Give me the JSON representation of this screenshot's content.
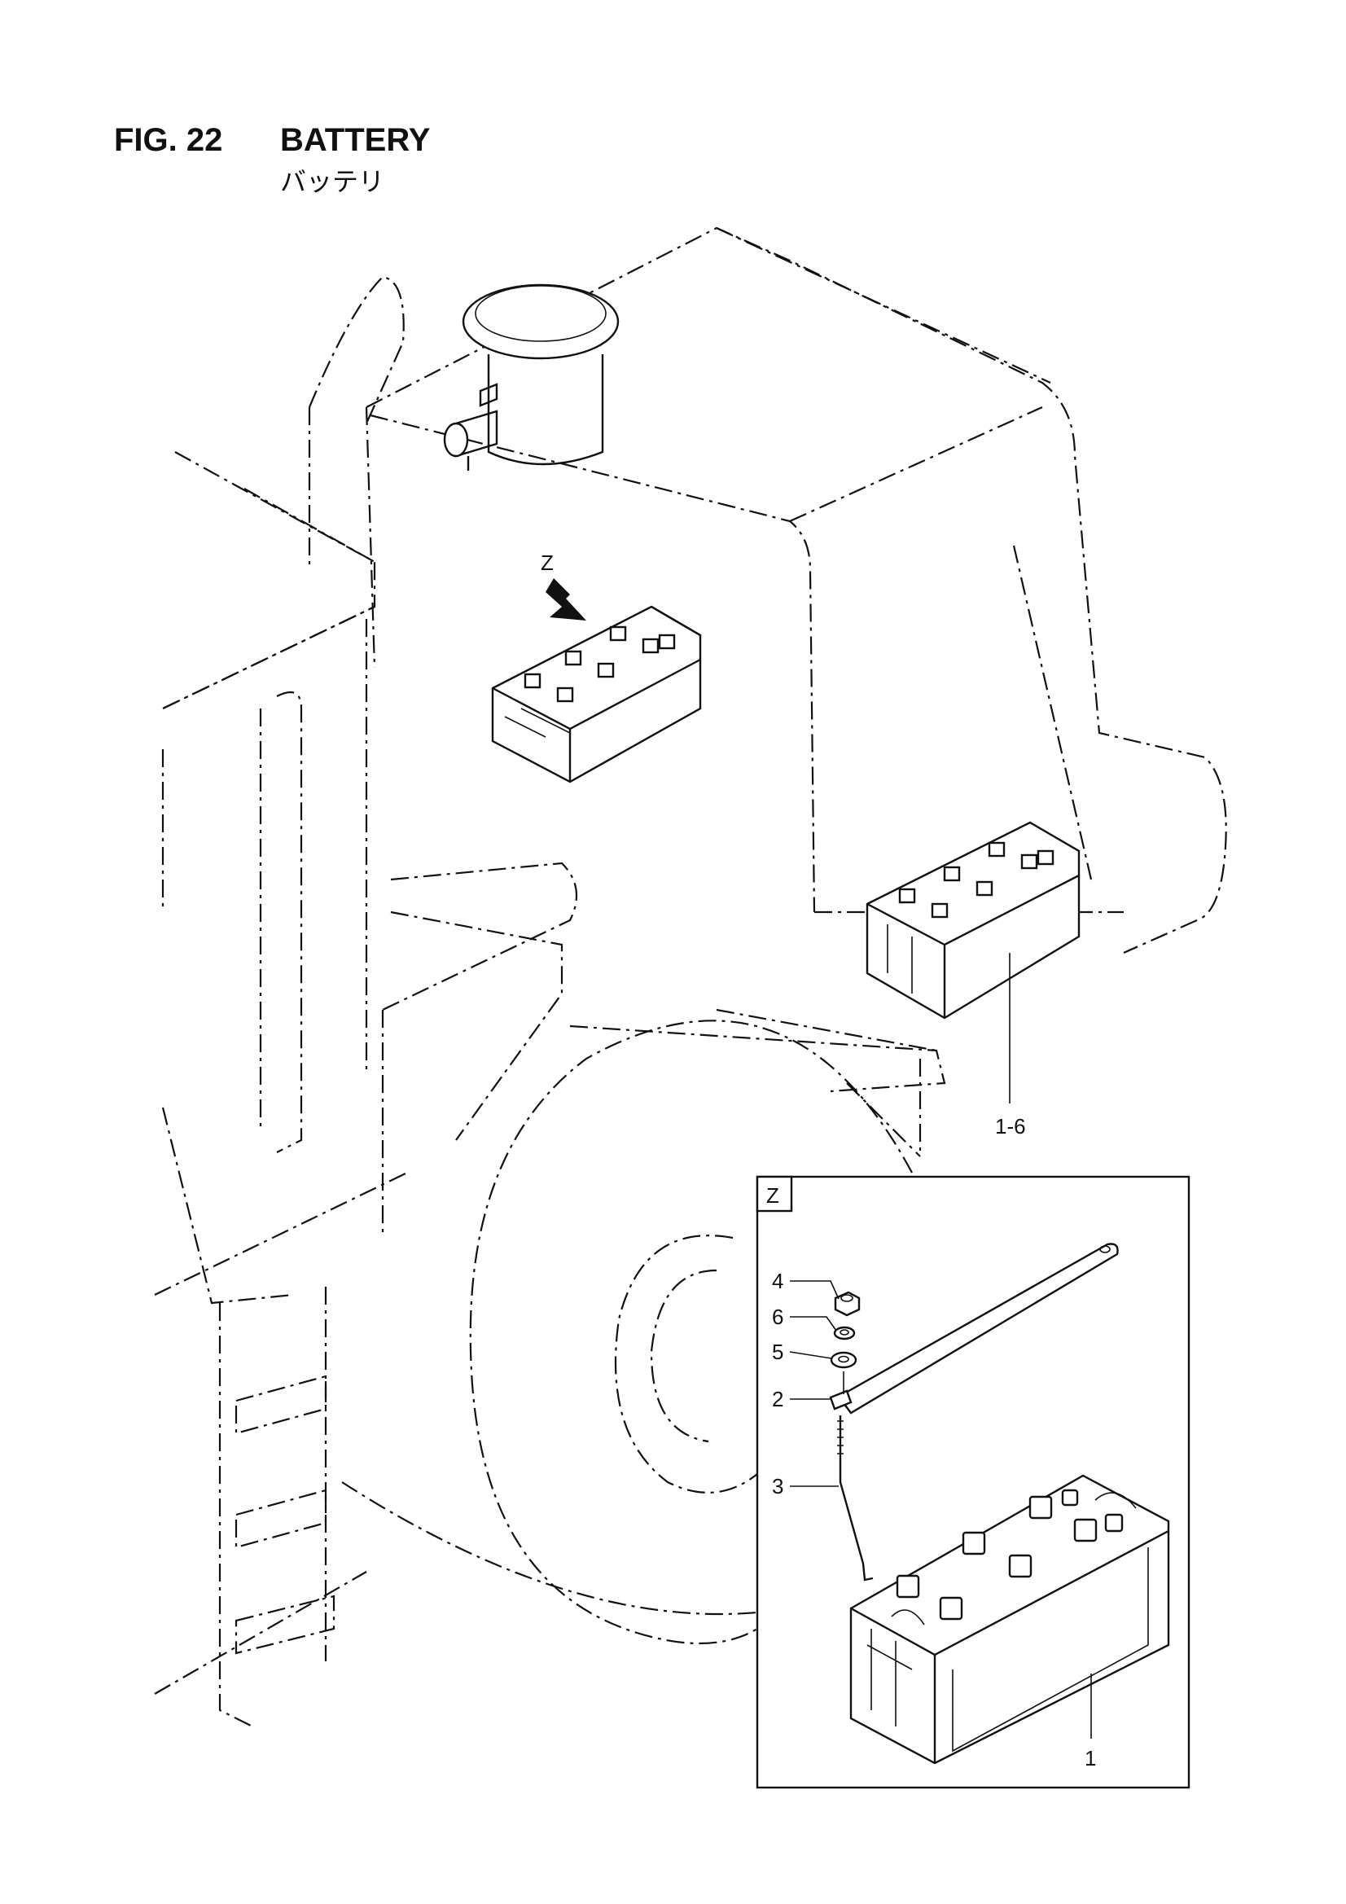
{
  "figure": {
    "number_label": "FIG. 22",
    "title": "BATTERY",
    "subtitle": "バッテリ"
  },
  "view_marker": "Z",
  "detail_box_label": "Z",
  "callouts": {
    "battery_assembly": "1-6",
    "battery": "1",
    "plate": "2",
    "rod": "3",
    "nut": "4",
    "washer": "5",
    "lock_washer": "6"
  }
}
